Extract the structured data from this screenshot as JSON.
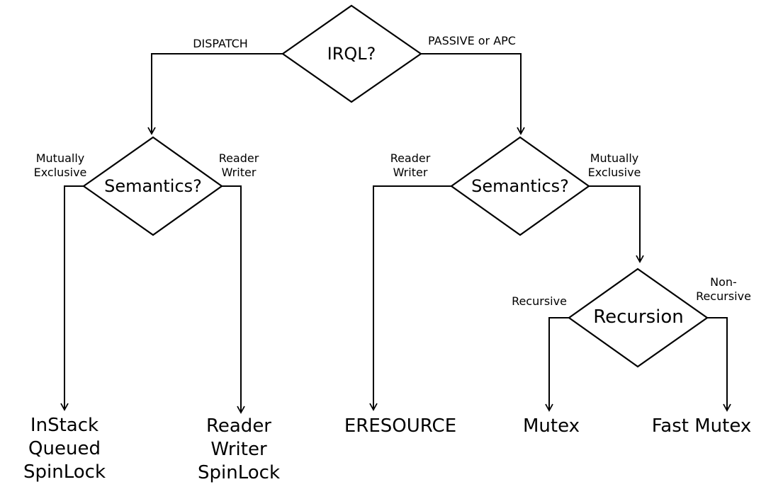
{
  "decisions": {
    "irql": "IRQL?",
    "semantics_left": "Semantics?",
    "semantics_right": "Semantics?",
    "recursion": "Recursion"
  },
  "edge_labels": {
    "dispatch": "DISPATCH",
    "passive_apc": "PASSIVE or APC",
    "left_mutually_exclusive": "Mutually\nExclusive",
    "left_reader_writer": "Reader\nWriter",
    "right_reader_writer": "Reader\nWriter",
    "right_mutually_exclusive": "Mutually\nExclusive",
    "recursive": "Recursive",
    "non_recursive": "Non-\nRecursive"
  },
  "outcomes": {
    "instack": "InStack\nQueued\nSpinLock",
    "reader_writer_spinlock": "Reader\nWriter\nSpinLock",
    "eresource": "ERESOURCE",
    "mutex": "Mutex",
    "fast_mutex": "Fast Mutex"
  },
  "colors": {
    "stroke": "#000000",
    "background": "#ffffff"
  }
}
